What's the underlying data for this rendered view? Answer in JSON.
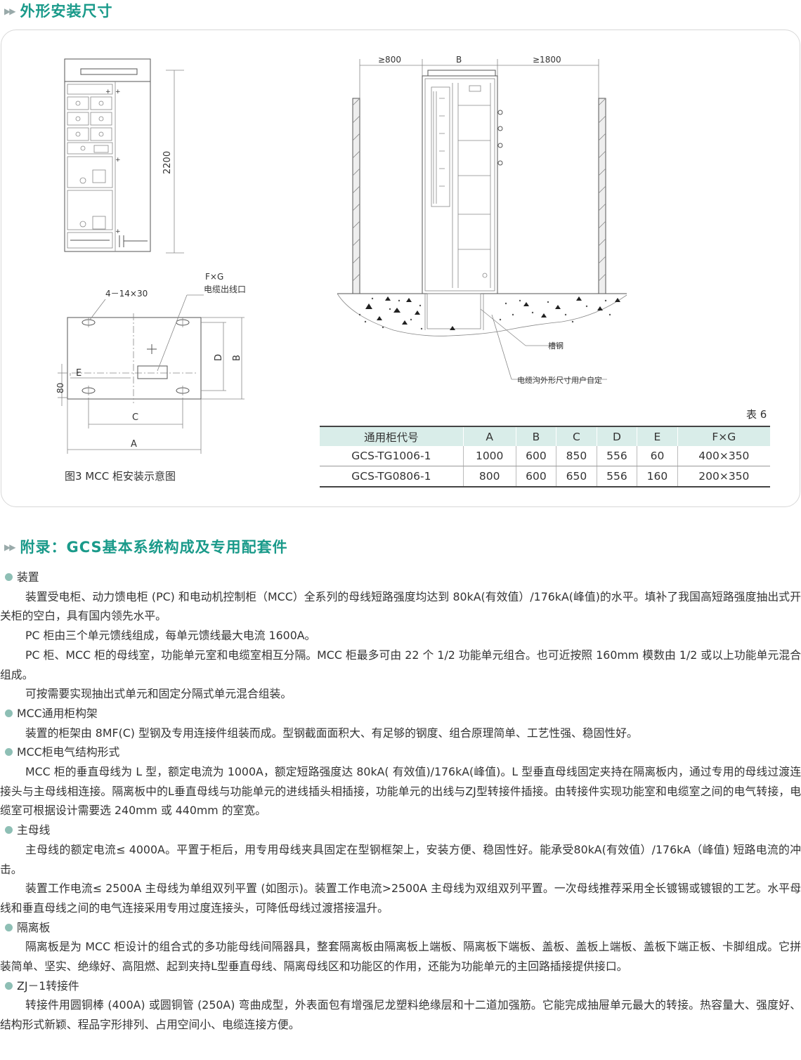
{
  "section1": {
    "title": "外形安装尺寸"
  },
  "figure": {
    "caption": "图3  MCC  柜安装示意图",
    "front": {
      "height": "2200"
    },
    "plan": {
      "holes": "4－14×30",
      "fg": "F×G",
      "cable_outlet": "电缆出线口",
      "label_a": "A",
      "label_b": "B",
      "label_c": "C",
      "label_d": "D",
      "label_e": "E",
      "dim_80": "80"
    },
    "side": {
      "left_gap": "≥800",
      "width_b": "B",
      "right_gap": "≥1800",
      "channel_steel": "槽钢",
      "cable_trench": "电缆沟外形尺寸用户自定"
    }
  },
  "table": {
    "label": "表 6",
    "headers": [
      "通用柜代号",
      "A",
      "B",
      "C",
      "D",
      "E",
      "F×G"
    ],
    "rows": [
      [
        "GCS-TG1006-1",
        "1000",
        "600",
        "850",
        "556",
        "60",
        "400×350"
      ],
      [
        "GCS-TG0806-1",
        "800",
        "600",
        "650",
        "556",
        "160",
        "200×350"
      ]
    ]
  },
  "section2": {
    "title": "附录：GCS基本系统构成及专用配套件"
  },
  "content": [
    {
      "h": "装置"
    },
    {
      "p": "装置受电柜、动力馈电柜 (PC) 和电动机控制柜（MCC）全系列的母线短路强度均达到 80kA(有效值）/176kA(峰值)的水平。填补了我国高短路强度抽出式开关柜的空白，具有国内领先水平。"
    },
    {
      "p": "PC 柜由三个单元馈线组成，每单元馈线最大电流 1600A。"
    },
    {
      "p": "PC 柜、MCC 柜的母线室，功能单元室和电缆室相互分隔。MCC 柜最多可由 22 个 1/2 功能单元组合。也可近按照 160mm 模数由 1/2 或以上功能单元混合组成。"
    },
    {
      "p": "可按需要实现抽出式单元和固定分隔式单元混合组装。"
    },
    {
      "h": "MCC通用柜构架"
    },
    {
      "p": "装置的柜架由 8MF(C) 型钢及专用连接件组装而成。型钢截面面积大、有足够的钢度、组合原理简单、工艺性强、稳固性好。"
    },
    {
      "h": "MCC柜电气结构形式"
    },
    {
      "p": "MCC 柜的垂直母线为 L 型，额定电流为 1000A，额定短路强度达 80kA( 有效值)/176kA(峰值)。L 型垂直母线固定夹持在隔离板内，通过专用的母线过渡连接头与主母线相连接。隔离板中的L垂直母线与功能单元的进线插头相插接，功能单元的出线与ZJ型转接件插接。由转接件实现功能室和电缆室之间的电气转接，电缆室可根据设计需要选 240mm 或 440mm 的室宽。"
    },
    {
      "h": "主母线"
    },
    {
      "p": "主母线的额定电流≤ 4000A。平置于柜后，用专用母线夹具固定在型钢框架上，安装方便、稳固性好。能承受80kA(有效值）/176kA（峰值) 短路电流的冲击。"
    },
    {
      "p": "装置工作电流≤ 2500A 主母线为单组双列平置 (如图示)。装置工作电流>2500A 主母线为双组双列平置。一次母线推荐采用全长镀锡或镀银的工艺。水平母线和垂直母线之间的电气连接采用专用过度连接头，可降低母线过渡搭接温升。"
    },
    {
      "h": "隔离板"
    },
    {
      "p": "隔离板是为 MCC 柜设计的组合式的多功能母线间隔器具，整套隔离板由隔离板上端板、隔离板下端板、盖板、盖板上端板、盖板下端正板、卡脚组成。它拼装简单、坚实、绝缘好、高阻燃、起到夹持L型垂直母线、隔离母线区和功能区的作用，还能为功能单元的主回路插接提供接口。"
    },
    {
      "h": "ZJ－1转接件"
    },
    {
      "p": "转接件用圆铜棒 (400A) 或圆铜管 (250A) 弯曲成型，外表面包有增强尼龙塑料绝缘层和十二道加强筋。它能完成抽屉单元最大的转接。热容量大、强度好、结构形式新颖、程品字形排列、占用空间小、电缆连接方便。"
    }
  ]
}
